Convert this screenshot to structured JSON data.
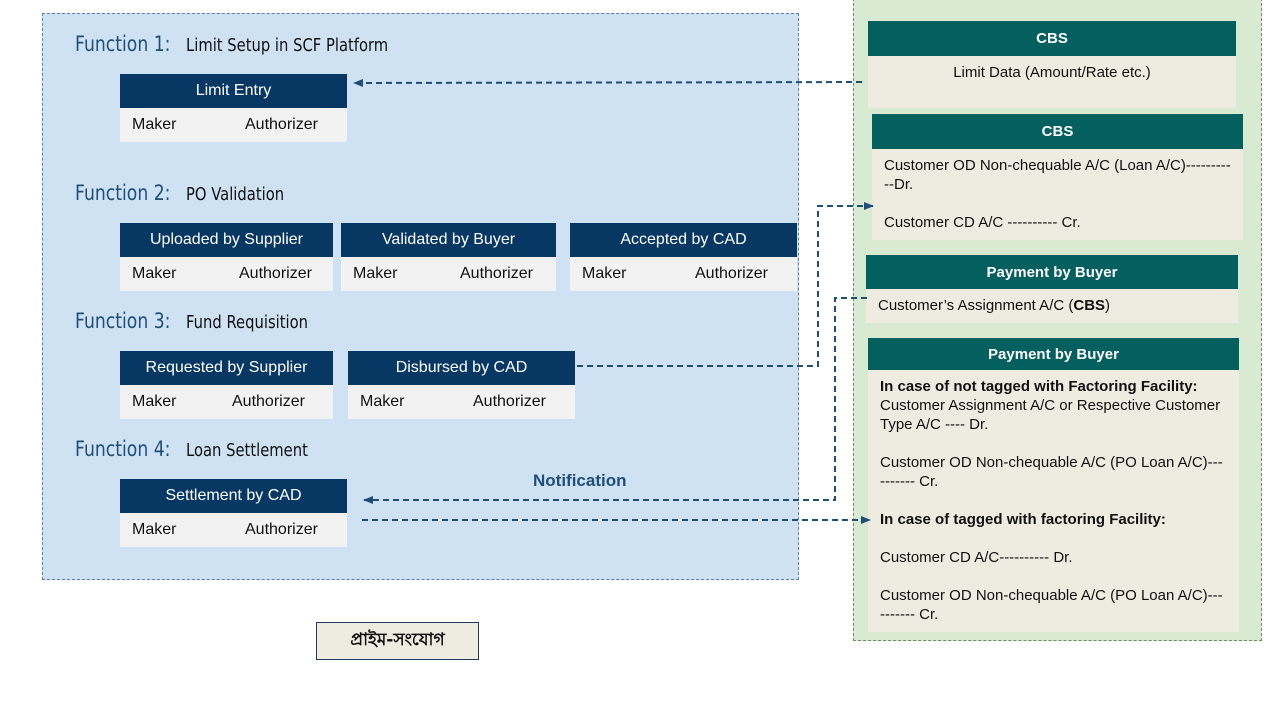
{
  "functions": [
    {
      "num": "Function 1:",
      "title": "Limit Setup in SCF Platform"
    },
    {
      "num": "Function 2:",
      "title": "PO Validation"
    },
    {
      "num": "Function 3:",
      "title": "Fund Requisition"
    },
    {
      "num": "Function 4:",
      "title": "Loan Settlement"
    }
  ],
  "roles": {
    "maker": "Maker",
    "authorizer": "Authorizer"
  },
  "boxes": {
    "limit_entry": "Limit Entry",
    "uploaded_by_supplier": "Uploaded by Supplier",
    "validated_by_buyer": "Validated by Buyer",
    "accepted_by_cad": "Accepted by CAD",
    "requested_by_supplier": "Requested by Supplier",
    "disbursed_by_cad": "Disbursed by CAD",
    "settlement_by_cad": "Settlement by CAD"
  },
  "notification": "Notification",
  "right": {
    "cbs1": {
      "header": "CBS",
      "body": "Limit Data (Amount/Rate etc.)"
    },
    "cbs2": {
      "header": "CBS",
      "line1": "Customer OD Non-chequable A/C (Loan A/C)-----------Dr.",
      "line2": "Customer CD A/C ---------- Cr."
    },
    "pay1": {
      "header": "Payment by Buyer",
      "text_pre": "Customer’s Assignment A/C (",
      "text_bold": "CBS",
      "text_post": ")"
    },
    "pay2": {
      "header": "Payment by Buyer",
      "case1_title": "In case of not tagged with Factoring Facility:",
      "case1_line1": "Customer Assignment A/C or Respective Customer Type A/C ---- Dr.",
      "case1_line2": "Customer OD Non-chequable A/C (PO Loan A/C)---------- Cr.",
      "case2_title": "In case of tagged with factoring Facility:",
      "case2_line1": "Customer CD A/C---------- Dr.",
      "case2_line2": "Customer OD Non-chequable A/C (PO Loan A/C)---------- Cr."
    }
  },
  "logo_text": "প্রাইম-সংযোগ",
  "colors": {
    "navy": "#073763",
    "teal": "#045f5f",
    "left_bg": "#cfe2f3",
    "right_bg": "#d9ead3",
    "arrow": "#1f4e79"
  }
}
